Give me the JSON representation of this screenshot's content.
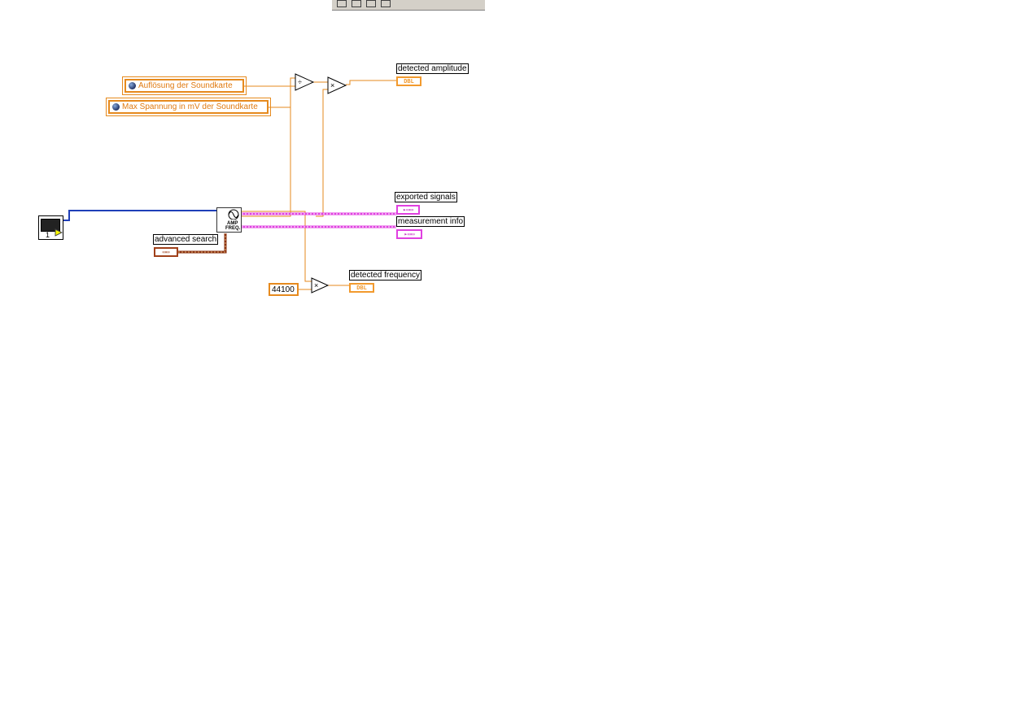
{
  "global_variables": {
    "resolution": "Auflösung der Soundkarte",
    "max_voltage": "Max Spannung in mV der Soundkarte"
  },
  "indicators": {
    "detected_amplitude": "detected amplitude",
    "exported_signals": "exported signals",
    "measurement_info": "measurement info",
    "detected_frequency": "detected frequency"
  },
  "controls": {
    "advanced_search": "advanced search"
  },
  "constants": {
    "sample_rate": "44100"
  },
  "terminal_types": {
    "dbl": "DBL",
    "dynamic": "▸▭▭",
    "enum": "▭▭"
  },
  "operators": {
    "divide": "÷",
    "multiply": "×"
  },
  "express_vi": {
    "line1": "AMP",
    "line2": "FREQ."
  },
  "control_node": {
    "count": "1"
  },
  "wire_colors": {
    "numeric": "#e68a1e",
    "dynamic_data": "#e040e0",
    "cluster": "#1f3fb8",
    "enum": "#8a3010"
  }
}
